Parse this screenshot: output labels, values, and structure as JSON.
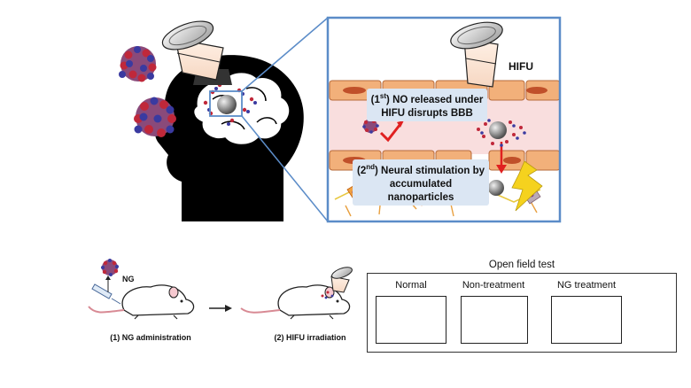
{
  "top_panel": {
    "hifu_label": "HIFU",
    "callout_1": {
      "ordinal": "1",
      "sup": "st",
      "line1_rest": " NO released under",
      "line2": "HIFU disrupts BBB"
    },
    "callout_2": {
      "ordinal": "2",
      "sup": "nd",
      "line1_rest": " Neural stimulation by",
      "line2": "accumulated nanoparticles"
    }
  },
  "bottom_panel": {
    "ng_label": "NG",
    "step1_label": "(1) NG administration",
    "step2_label": "(2) HIFU irradiation",
    "open_field": {
      "title": "Open field test",
      "groups": [
        "Normal",
        "Non-treatment",
        "NG treatment"
      ]
    }
  },
  "colors": {
    "frame_blue": "#5b8cc8",
    "vessel_pink": "#f9dede",
    "endothelial_orange": "#f2b07a",
    "nanoparticle_red": "#c0283a",
    "nanoparticle_blue": "#3a3aa0",
    "check_red": "#e02020",
    "lightning_yellow": "#f5d21e"
  }
}
